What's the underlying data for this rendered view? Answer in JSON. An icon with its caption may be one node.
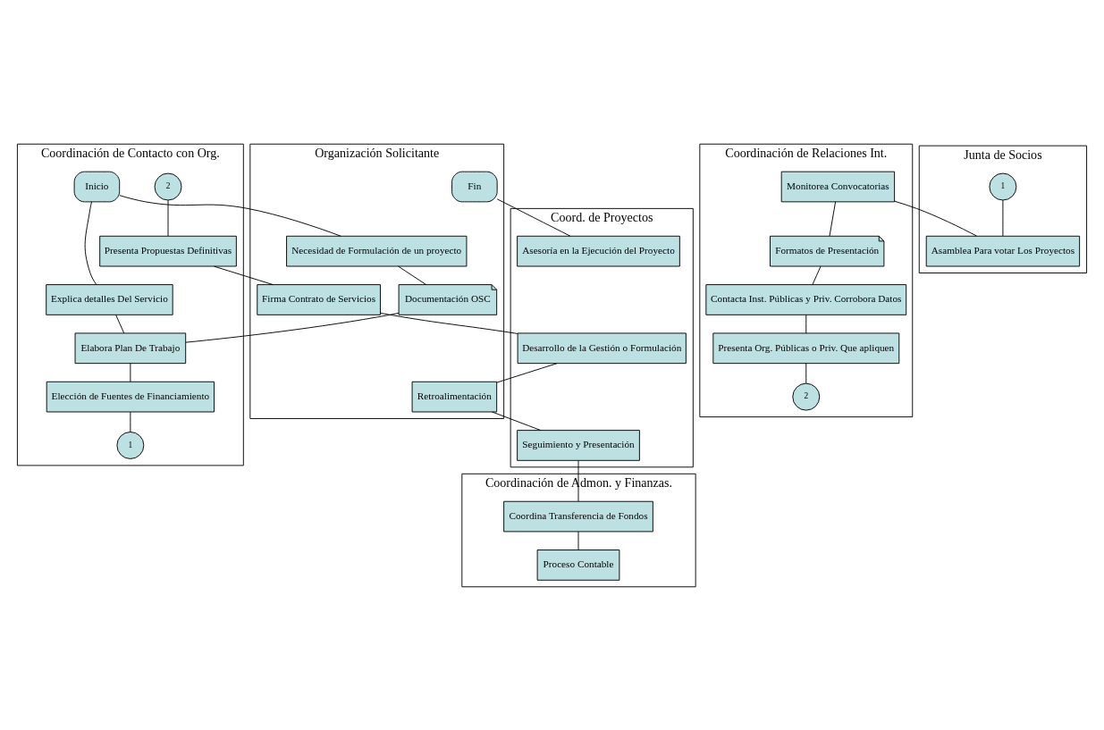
{
  "diagram": {
    "nodes": [
      {
        "text": [
          "Coordinación de Contacto con Org."
        ]
      },
      {
        "text": [
          "Inicio"
        ],
        "in": 0
      },
      {
        "text": [
          "Explica detalles Del Servicio"
        ],
        "in": 0
      },
      {
        "text": [
          "Elabora Plan De Trabajo"
        ],
        "in": 0
      },
      {
        "text": [
          "Elección de Fuentes de Financiamiento"
        ],
        "in": 0
      },
      {
        "text": [
          "1"
        ],
        "in": 0
      },
      {
        "text": [
          "2"
        ],
        "in": 0
      },
      {
        "text": [
          "Presenta Propuestas Definitivas"
        ],
        "in": 0
      },
      {
        "text": [
          "Organización Solicitante"
        ]
      },
      {
        "text": [
          "Necesidad de Formulación de un proyecto"
        ],
        "in": 8
      },
      {
        "text": [
          "Documentación OSC"
        ],
        "in": 8
      },
      {
        "text": [
          "Firma Contrato de Servicios"
        ],
        "in": 8
      },
      {
        "text": [
          "Retroalimentación"
        ],
        "in": 8
      },
      {
        "text": [
          "Fin"
        ],
        "in": 8
      },
      {
        "text": [
          "Coord. de Proyectos"
        ]
      },
      {
        "text": [
          "Desarrollo de la Gestión o Formulación"
        ],
        "in": 14
      },
      {
        "text": [
          "Seguimiento y Presentación"
        ],
        "in": 14
      },
      {
        "text": [
          "Asesoría en la Ejecución del Proyecto"
        ],
        "in": 14
      },
      {
        "text": [
          "Coordinación de Relaciones Int."
        ]
      },
      {
        "text": [
          "Monitorea Convocatorias"
        ],
        "in": 18
      },
      {
        "text": [
          "Formatos de Presentación"
        ],
        "in": 18
      },
      {
        "text": [
          "Contacta Inst. Públicas y Priv. Corrobora Datos"
        ],
        "in": 18
      },
      {
        "text": [
          "Presenta Org. Públicas o Priv. Que apliquen"
        ],
        "in": 18
      },
      {
        "text": [
          "2"
        ],
        "in": 18
      },
      {
        "text": [
          "Coordinación de Admon. y Finanzas."
        ]
      },
      {
        "text": [
          "Coordina Transferencia de Fondos"
        ],
        "in": 24
      },
      {
        "text": [
          "Proceso Contable"
        ],
        "in": 24
      },
      {
        "text": [
          "Junta de Socios"
        ]
      },
      {
        "text": [
          "1"
        ],
        "in": 27
      },
      {
        "text": [
          "Asamblea Para votar Los Proyectos"
        ],
        "in": 27
      }
    ],
    "edges": [
      {
        "from": 1,
        "to": 2,
        "arrow": "none"
      },
      {
        "from": 2,
        "to": 3,
        "arrow": "none"
      },
      {
        "from": 3,
        "to": 4,
        "arrow": "none"
      },
      {
        "from": 4,
        "to": 5,
        "arrow": "none"
      },
      {
        "from": 1,
        "to": 9,
        "arrow": "none"
      },
      {
        "from": 9,
        "to": 10,
        "arrow": "none"
      },
      {
        "from": 10,
        "to": 3,
        "arrow": "none"
      },
      {
        "from": 11,
        "to": 15,
        "arrow": "none"
      },
      {
        "from": 7,
        "to": 11,
        "arrow": "none"
      },
      {
        "from": 15,
        "to": 12,
        "arrow": "none"
      },
      {
        "from": 12,
        "to": 16,
        "arrow": "none"
      },
      {
        "from": 16,
        "to": 25,
        "arrow": "none"
      },
      {
        "from": 6,
        "to": 7,
        "arrow": "none"
      },
      {
        "from": 13,
        "to": 17,
        "arrow": "none"
      },
      {
        "from": 19,
        "to": 20,
        "arrow": "none"
      },
      {
        "from": 20,
        "to": 21,
        "arrow": "none"
      },
      {
        "from": 21,
        "to": 22,
        "arrow": "none"
      },
      {
        "from": 22,
        "to": 23,
        "arrow": "none"
      },
      {
        "from": 19,
        "to": 29,
        "arrow": "none"
      },
      {
        "from": 28,
        "to": 29,
        "arrow": "none"
      },
      {
        "from": 25,
        "to": 26,
        "arrow": "none"
      }
    ]
  }
}
